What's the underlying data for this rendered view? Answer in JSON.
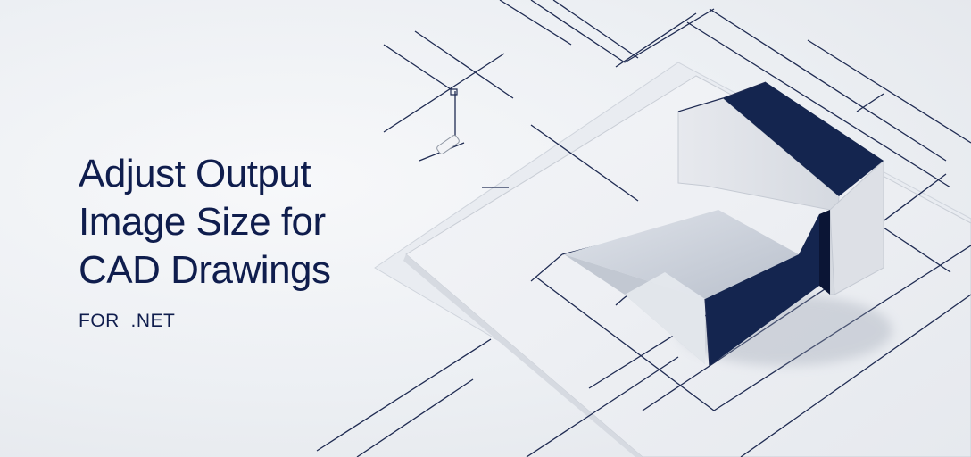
{
  "banner": {
    "headline_lines": [
      "Adjust Output",
      "Image Size for",
      "CAD Drawings"
    ],
    "subtitle": "FOR  .NET"
  },
  "colors": {
    "background": "#eef0f4",
    "text": "#0f1d4d",
    "navy_block": "#14254f",
    "line": "#1f2b52"
  },
  "illustration": {
    "subject": "isometric CAD drafting sheets with a 3D block model"
  }
}
